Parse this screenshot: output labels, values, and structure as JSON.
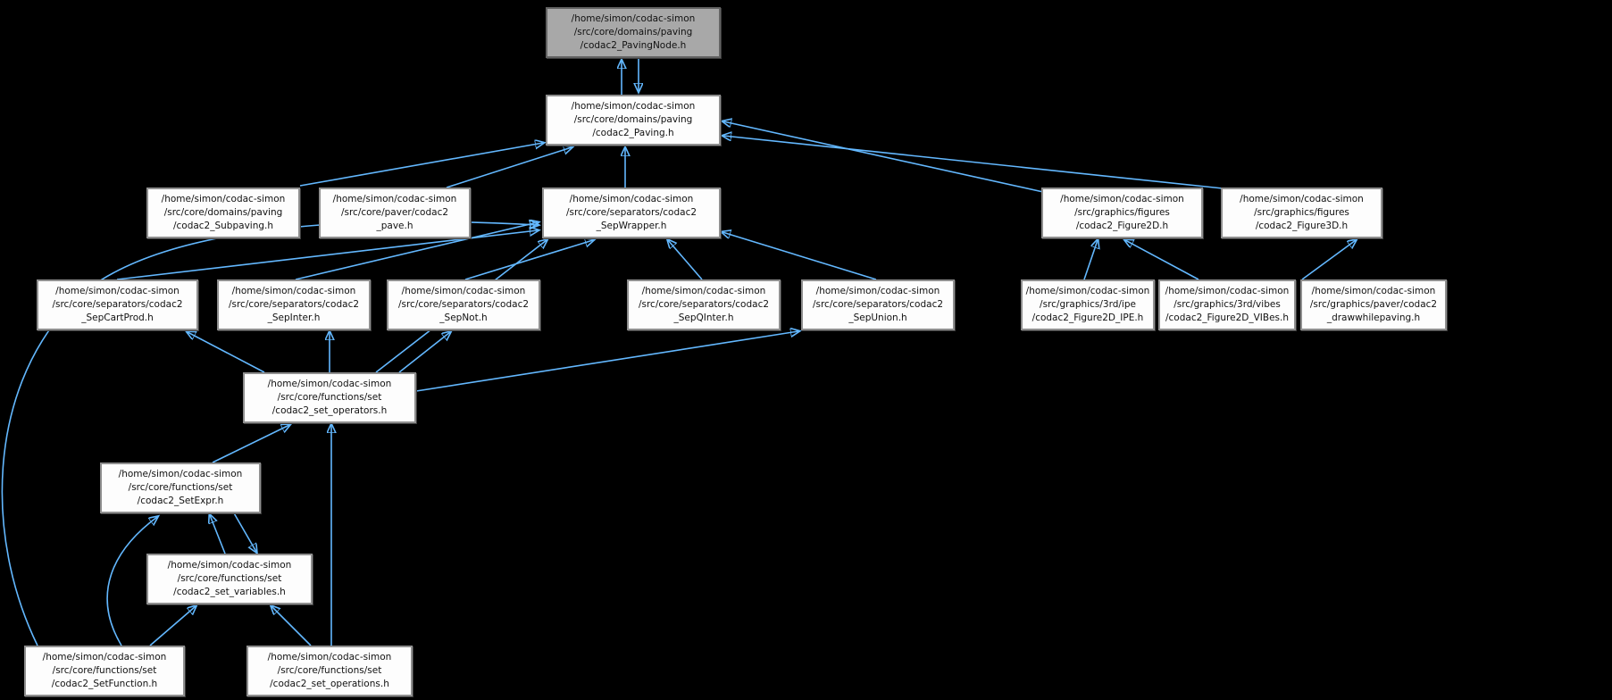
{
  "graph": {
    "type": "include-dependency-graph",
    "colors": {
      "background": "#000000",
      "edge": "#63b8ff",
      "node_fill": "#fdfdfd",
      "node_border": "#8f8f8f",
      "root_fill": "#a8a8a8",
      "root_border": "#636363",
      "text": "#111111"
    },
    "nodes": [
      {
        "id": "pavingnode",
        "root": true,
        "label": "/home/simon/codac-simon\n/src/core/domains/paving\n/codac2_PavingNode.h"
      },
      {
        "id": "paving",
        "root": false,
        "label": "/home/simon/codac-simon\n/src/core/domains/paving\n/codac2_Paving.h"
      },
      {
        "id": "subpaving",
        "root": false,
        "label": "/home/simon/codac-simon\n/src/core/domains/paving\n/codac2_Subpaving.h"
      },
      {
        "id": "pave",
        "root": false,
        "label": "/home/simon/codac-simon\n/src/core/paver/codac2\n_pave.h"
      },
      {
        "id": "sepwrapper",
        "root": false,
        "label": "/home/simon/codac-simon\n/src/core/separators/codac2\n_SepWrapper.h"
      },
      {
        "id": "figure2d",
        "root": false,
        "label": "/home/simon/codac-simon\n/src/graphics/figures\n/codac2_Figure2D.h"
      },
      {
        "id": "figure3d",
        "root": false,
        "label": "/home/simon/codac-simon\n/src/graphics/figures\n/codac2_Figure3D.h"
      },
      {
        "id": "sepcartprod",
        "root": false,
        "label": "/home/simon/codac-simon\n/src/core/separators/codac2\n_SepCartProd.h"
      },
      {
        "id": "sepinter",
        "root": false,
        "label": "/home/simon/codac-simon\n/src/core/separators/codac2\n_SepInter.h"
      },
      {
        "id": "sepnot",
        "root": false,
        "label": "/home/simon/codac-simon\n/src/core/separators/codac2\n_SepNot.h"
      },
      {
        "id": "sepqinter",
        "root": false,
        "label": "/home/simon/codac-simon\n/src/core/separators/codac2\n_SepQInter.h"
      },
      {
        "id": "sepunion",
        "root": false,
        "label": "/home/simon/codac-simon\n/src/core/separators/codac2\n_SepUnion.h"
      },
      {
        "id": "figure2d_ipe",
        "root": false,
        "label": "/home/simon/codac-simon\n/src/graphics/3rd/ipe\n/codac2_Figure2D_IPE.h"
      },
      {
        "id": "figure2d_vibes",
        "root": false,
        "label": "/home/simon/codac-simon\n/src/graphics/3rd/vibes\n/codac2_Figure2D_VIBes.h"
      },
      {
        "id": "drawwhilepaving",
        "root": false,
        "label": "/home/simon/codac-simon\n/src/graphics/paver/codac2\n_drawwhilepaving.h"
      },
      {
        "id": "set_operators",
        "root": false,
        "label": "/home/simon/codac-simon\n/src/core/functions/set\n/codac2_set_operators.h"
      },
      {
        "id": "setexpr",
        "root": false,
        "label": "/home/simon/codac-simon\n/src/core/functions/set\n/codac2_SetExpr.h"
      },
      {
        "id": "set_variables",
        "root": false,
        "label": "/home/simon/codac-simon\n/src/core/functions/set\n/codac2_set_variables.h"
      },
      {
        "id": "setfunction",
        "root": false,
        "label": "/home/simon/codac-simon\n/src/core/functions/set\n/codac2_SetFunction.h"
      },
      {
        "id": "set_operations",
        "root": false,
        "label": "/home/simon/codac-simon\n/src/core/functions/set\n/codac2_set_operations.h"
      }
    ],
    "edges": [
      {
        "from": "paving",
        "to": "pavingnode"
      },
      {
        "from": "pavingnode",
        "to": "paving"
      },
      {
        "from": "subpaving",
        "to": "paving"
      },
      {
        "from": "pave",
        "to": "paving"
      },
      {
        "from": "sepwrapper",
        "to": "paving"
      },
      {
        "from": "figure2d",
        "to": "paving"
      },
      {
        "from": "figure3d",
        "to": "paving"
      },
      {
        "from": "sepcartprod",
        "to": "sepwrapper"
      },
      {
        "from": "sepinter",
        "to": "sepwrapper"
      },
      {
        "from": "sepnot",
        "to": "sepwrapper"
      },
      {
        "from": "sepqinter",
        "to": "sepwrapper"
      },
      {
        "from": "sepunion",
        "to": "sepwrapper"
      },
      {
        "from": "set_operators",
        "to": "sepwrapper"
      },
      {
        "from": "setfunction",
        "to": "sepwrapper"
      },
      {
        "from": "figure2d_ipe",
        "to": "figure2d"
      },
      {
        "from": "figure2d_vibes",
        "to": "figure2d"
      },
      {
        "from": "drawwhilepaving",
        "to": "figure3d"
      },
      {
        "from": "set_operators",
        "to": "sepcartprod"
      },
      {
        "from": "set_operators",
        "to": "sepinter"
      },
      {
        "from": "set_operators",
        "to": "sepnot"
      },
      {
        "from": "set_operators",
        "to": "sepunion"
      },
      {
        "from": "setexpr",
        "to": "set_operators"
      },
      {
        "from": "set_operations",
        "to": "set_operators"
      },
      {
        "from": "set_variables",
        "to": "setexpr"
      },
      {
        "from": "setexpr",
        "to": "set_variables"
      },
      {
        "from": "setfunction",
        "to": "setexpr"
      },
      {
        "from": "setfunction",
        "to": "set_variables"
      },
      {
        "from": "set_operations",
        "to": "set_variables"
      }
    ]
  }
}
